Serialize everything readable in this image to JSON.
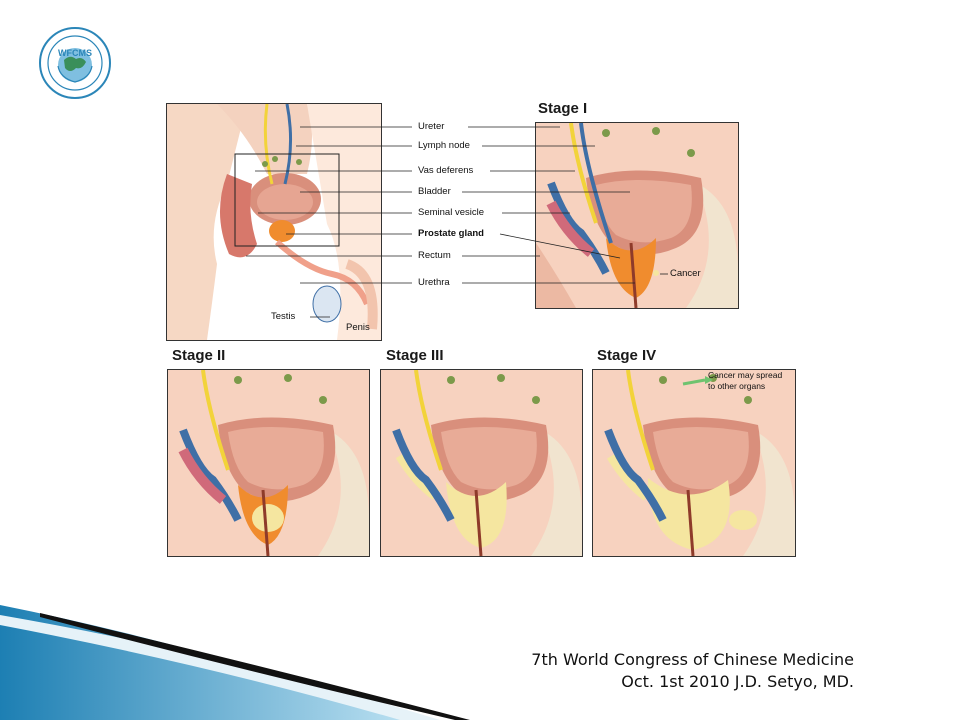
{
  "stages": {
    "stage1": "Stage I",
    "stage2": "Stage II",
    "stage3": "Stage III",
    "stage4": "Stage IV"
  },
  "labels": {
    "ureter": "Ureter",
    "lymph_node": "Lymph node",
    "vas_deferens": "Vas deferens",
    "bladder": "Bladder",
    "seminal_vesicle": "Seminal vesicle",
    "prostate_gland": "Prostate gland",
    "rectum": "Rectum",
    "urethra": "Urethra",
    "testis": "Testis",
    "penis": "Penis",
    "cancer": "Cancer",
    "spread_line1": "Cancer may spread",
    "spread_line2": "to other organs"
  },
  "footer": {
    "line1": "7th World Congress of Chinese Medicine",
    "line2": "Oct. 1st 2010 J.D. Setyo, MD."
  },
  "logo": {
    "text": "WFCMS"
  },
  "colors": {
    "tissue": "#f2c4ad",
    "bladder": "#d98f7c",
    "prostate": "#f08c2e",
    "vessel": "#3f6fa6",
    "ureter_yellow": "#f2d33a",
    "lymph": "#7c9a4a",
    "tumor": "#f5e6a0",
    "accent_blue": "#2d8fc0"
  }
}
